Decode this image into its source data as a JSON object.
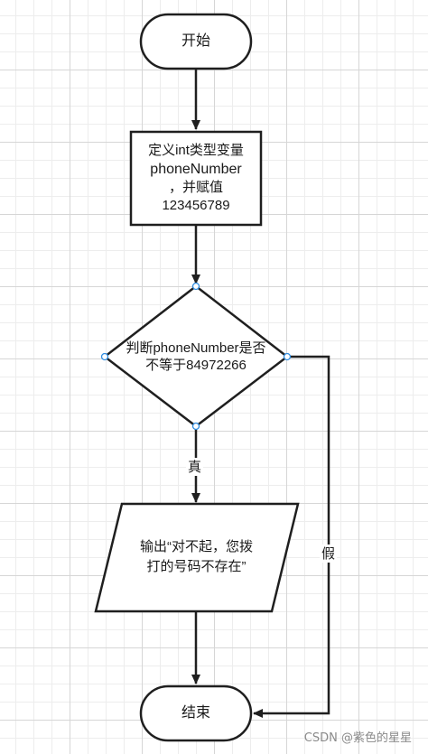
{
  "diagram": {
    "start": {
      "label": "开始"
    },
    "declare": {
      "lines": [
        "定义int类型变量",
        "phoneNumber",
        "，并赋值",
        "123456789"
      ]
    },
    "decision": {
      "lines": [
        "判断phoneNumber是否",
        "不等于84972266"
      ]
    },
    "output": {
      "lines": [
        "输出“对不起，您拨",
        "打的号码不存在”"
      ]
    },
    "end": {
      "label": "结束"
    },
    "edges": {
      "true_label": "真",
      "false_label": "假"
    }
  },
  "watermark": "CSDN @紫色的星星",
  "colors": {
    "stroke": "#1f1f1f",
    "connector_point": "#2e8ce0",
    "grid_major": "#d6d6d6",
    "grid_minor": "#ededed"
  }
}
